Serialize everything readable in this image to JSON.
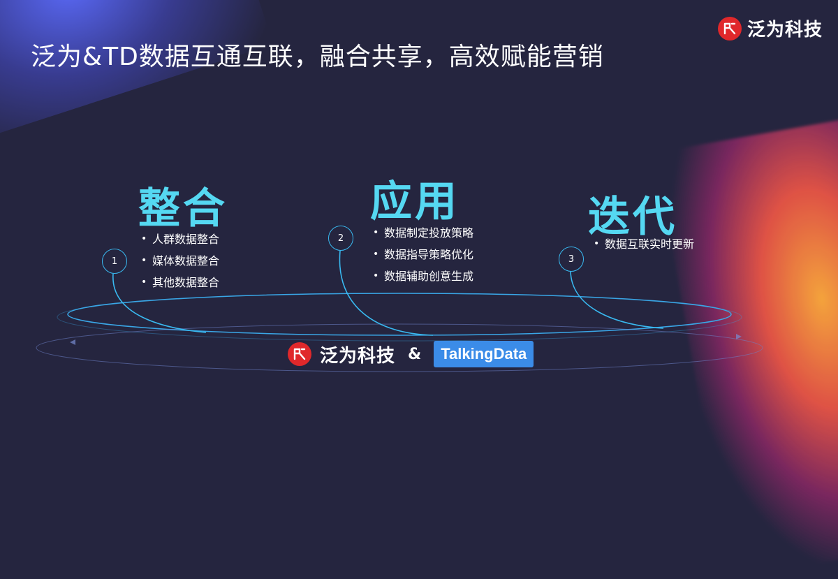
{
  "header": {
    "title": "泛为&TD数据互通互联，融合共享，高效赋能营销",
    "logo_text": "泛为科技"
  },
  "colors": {
    "background": "#25253f",
    "accent_cyan": "#55d8f2",
    "ring_blue": "#39b9f0",
    "logo_red": "#e0282b",
    "td_blue": "#3b8ce8"
  },
  "sections": [
    {
      "number": "1",
      "heading": "整合",
      "bullets": [
        "人群数据整合",
        "媒体数据整合",
        "其他数据整合"
      ]
    },
    {
      "number": "2",
      "heading": "应用",
      "bullets": [
        "数据制定投放策略",
        "数据指导策略优化",
        "数据辅助创意生成"
      ]
    },
    {
      "number": "3",
      "heading": "迭代",
      "bullets": [
        "数据互联实时更新"
      ]
    }
  ],
  "bullet_glyph": "•",
  "footer": {
    "logo_text": "泛为科技",
    "ampersand": "&",
    "partner": "TalkingData"
  }
}
